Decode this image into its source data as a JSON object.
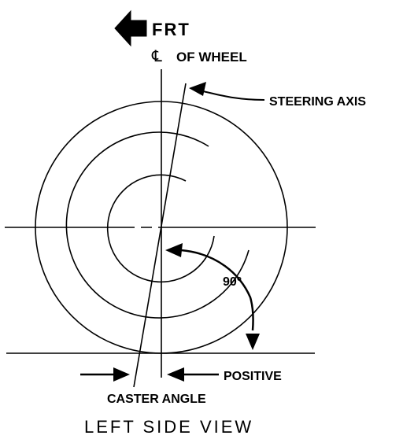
{
  "labels": {
    "front": "FRT",
    "centerline_symbol": "℄",
    "centerline_text": "OF WHEEL",
    "steering_axis": "STEERING AXIS",
    "angle": "90°",
    "positive": "POSITIVE",
    "caster_angle": "CASTER ANGLE",
    "view": "LEFT SIDE VIEW"
  },
  "icons": {
    "front_arrow": "arrow-left-icon"
  },
  "colors": {
    "ink": "#000000",
    "background": "#ffffff"
  }
}
